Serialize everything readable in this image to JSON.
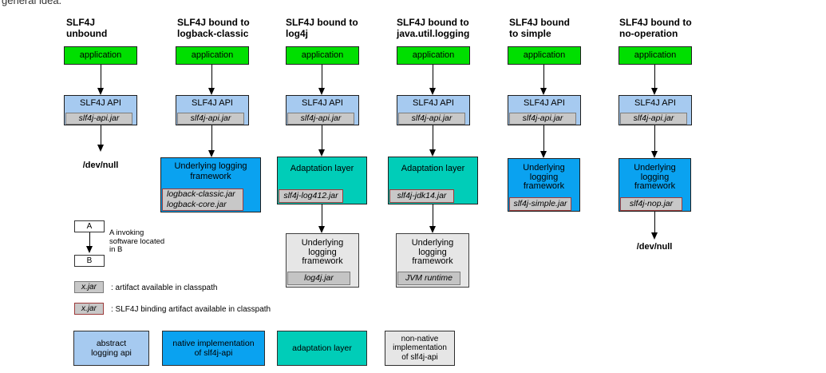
{
  "page": {
    "intro_text": "general idea."
  },
  "colors": {
    "application_green": "#00DF00",
    "abstract_api_lightblue": "#A6CAF0",
    "native_impl_blue": "#0AA2F0",
    "adaptation_teal": "#00CDB8",
    "nonnative_gray": "#E6E6E6",
    "jar_gray": "#C8C8C8",
    "binding_jar_border": "#9C3A3A"
  },
  "columns": [
    {
      "header": "SLF4J\nunbound",
      "app": "application",
      "api": "SLF4J API",
      "api_jar": "slf4j-api.jar",
      "devnull": "/dev/null"
    },
    {
      "header": "SLF4J bound to\nlogback-classic",
      "app": "application",
      "api": "SLF4J API",
      "api_jar": "slf4j-api.jar",
      "framework": "Underlying logging\nframework",
      "framework_jars": "logback-classic.jar\nlogback-core.jar"
    },
    {
      "header": "SLF4J bound to\nlog4j",
      "app": "application",
      "api": "SLF4J API",
      "api_jar": "slf4j-api.jar",
      "adaptation": "Adaptation layer",
      "adaptation_jar": "slf4j-log412.jar",
      "underlying": "Underlying\nlogging\nframework",
      "underlying_jar": "log4j.jar"
    },
    {
      "header": "SLF4J bound to\njava.util.logging",
      "app": "application",
      "api": "SLF4J API",
      "api_jar": "slf4j-api.jar",
      "adaptation": "Adaptation layer",
      "adaptation_jar": "slf4j-jdk14.jar",
      "underlying": "Underlying\nlogging\nframework",
      "underlying_jar": "JVM runtime"
    },
    {
      "header": "SLF4J bound\nto simple",
      "app": "application",
      "api": "SLF4J API",
      "api_jar": "slf4j-api.jar",
      "framework": "Underlying\nlogging\nframework",
      "framework_jar": "slf4j-simple.jar"
    },
    {
      "header": "SLF4J bound to\nno-operation",
      "app": "application",
      "api": "SLF4J API",
      "api_jar": "slf4j-api.jar",
      "framework": "Underlying\nlogging\nframework",
      "framework_jar": "slf4j-nop.jar",
      "devnull": "/dev/null"
    }
  ],
  "legend": {
    "box_a": "A",
    "box_b": "B",
    "ab_caption": "A invoking\nsoftware located\nin B",
    "jar_plain_label": "x.jar",
    "jar_plain_caption": ": artifact available in classpath",
    "jar_binding_label": "x.jar",
    "jar_binding_caption": ": SLF4J binding artifact available in classpath",
    "categories": [
      {
        "label": "abstract\nlogging api"
      },
      {
        "label": "native implementation\nof slf4j-api"
      },
      {
        "label": "adaptation layer"
      },
      {
        "label": "non-native\nimplementation\nof slf4j-api"
      }
    ]
  }
}
